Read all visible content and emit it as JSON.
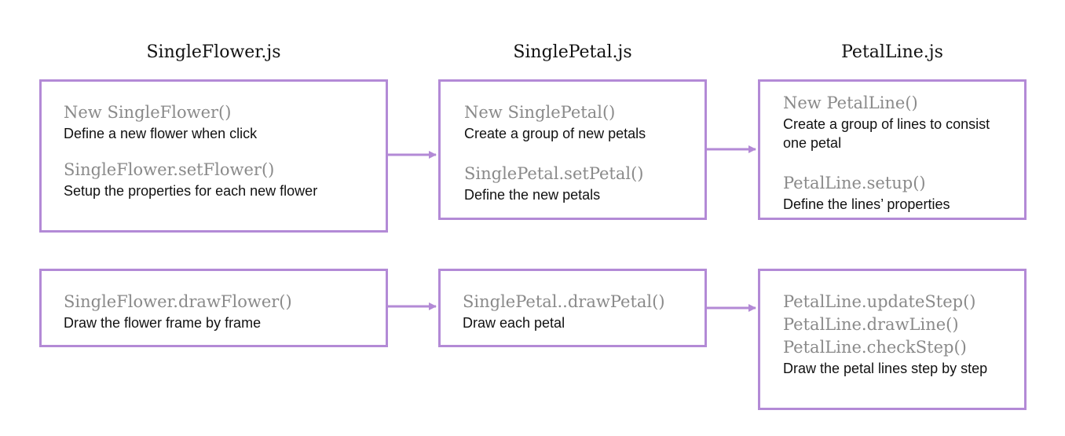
{
  "columns": [
    {
      "title": "SingleFlower.js",
      "boxes": [
        {
          "entries": [
            {
              "methods": [
                "New SingleFlower()"
              ],
              "desc": "Define a new flower when click"
            },
            {
              "methods": [
                "SingleFlower.setFlower()"
              ],
              "desc": "Setup the properties for each new flower"
            }
          ]
        },
        {
          "entries": [
            {
              "methods": [
                "SingleFlower.drawFlower()"
              ],
              "desc": "Draw the flower frame by frame"
            }
          ]
        }
      ]
    },
    {
      "title": "SinglePetal.js",
      "boxes": [
        {
          "entries": [
            {
              "methods": [
                "New SinglePetal()"
              ],
              "desc": "Create a group of new petals"
            },
            {
              "methods": [
                "SinglePetal.setPetal()"
              ],
              "desc": "Define the new petals"
            }
          ]
        },
        {
          "entries": [
            {
              "methods": [
                "SinglePetal..drawPetal()"
              ],
              "desc": "Draw each petal"
            }
          ]
        }
      ]
    },
    {
      "title": "PetalLine.js",
      "boxes": [
        {
          "entries": [
            {
              "methods": [
                "New PetalLine()"
              ],
              "desc": "Create a group of lines to consist one petal"
            },
            {
              "methods": [
                "PetalLine.setup()"
              ],
              "desc": "Define the lines’ properties"
            }
          ]
        },
        {
          "entries": [
            {
              "methods": [
                "PetalLine.updateStep()",
                "PetalLine.drawLine()",
                "PetalLine.checkStep()"
              ],
              "desc": "Draw the petal lines step by step"
            }
          ]
        }
      ]
    }
  ],
  "colors": {
    "border": "#b38ad6",
    "method_text": "#8a8a8a",
    "desc_text": "#111111"
  }
}
